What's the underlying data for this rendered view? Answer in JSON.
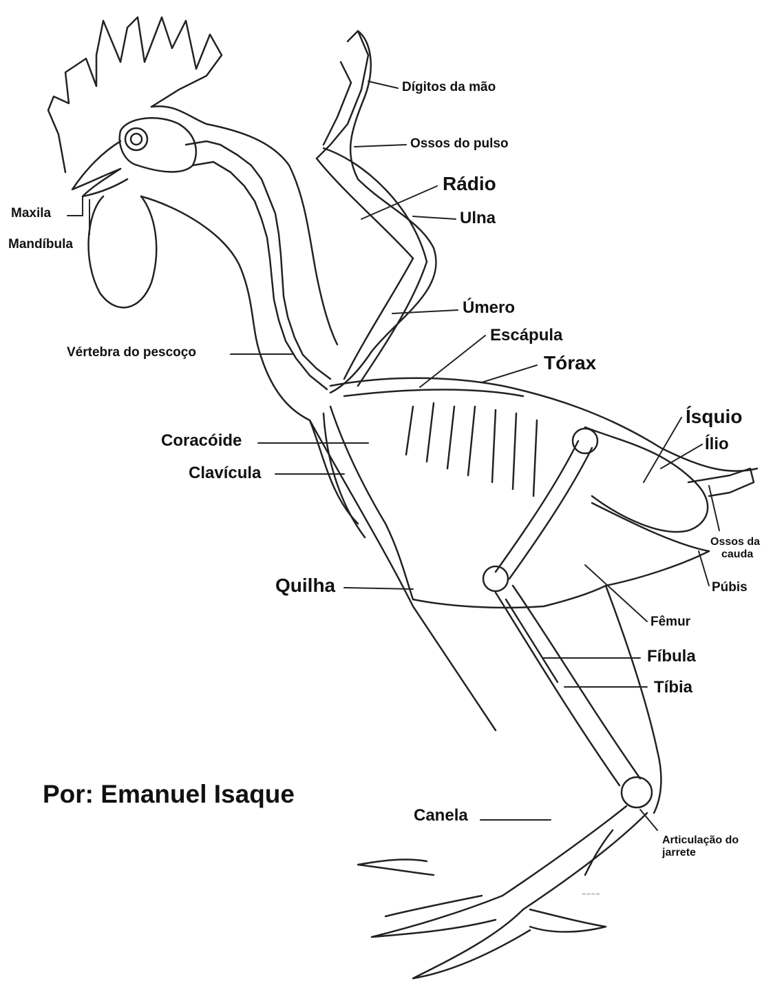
{
  "labels": {
    "digitos": "Dígitos da mão",
    "pulso": "Ossos do pulso",
    "radio": "Rádio",
    "ulna": "Ulna",
    "maxila": "Maxila",
    "mandibula": "Mandíbula",
    "umero": "Úmero",
    "escapula": "Escápula",
    "vertebra": "Vértebra do pescoço",
    "torax": "Tórax",
    "isquio": "Ísquio",
    "ilio": "Ílio",
    "coracoide": "Coracóide",
    "clavicula": "Clavícula",
    "ossos_cauda_1": "Ossos da",
    "ossos_cauda_2": "cauda",
    "quilha": "Quilha",
    "pubis": "Púbis",
    "femur": "Fêmur",
    "fibula": "Fíbula",
    "tibia": "Tíbia",
    "canela": "Canela",
    "articulacao_1": "Articulação do",
    "articulacao_2": "jarrete"
  },
  "credit": "Por: Emanuel Isaque",
  "colors": {
    "line": "#222222",
    "background": "#ffffff"
  }
}
